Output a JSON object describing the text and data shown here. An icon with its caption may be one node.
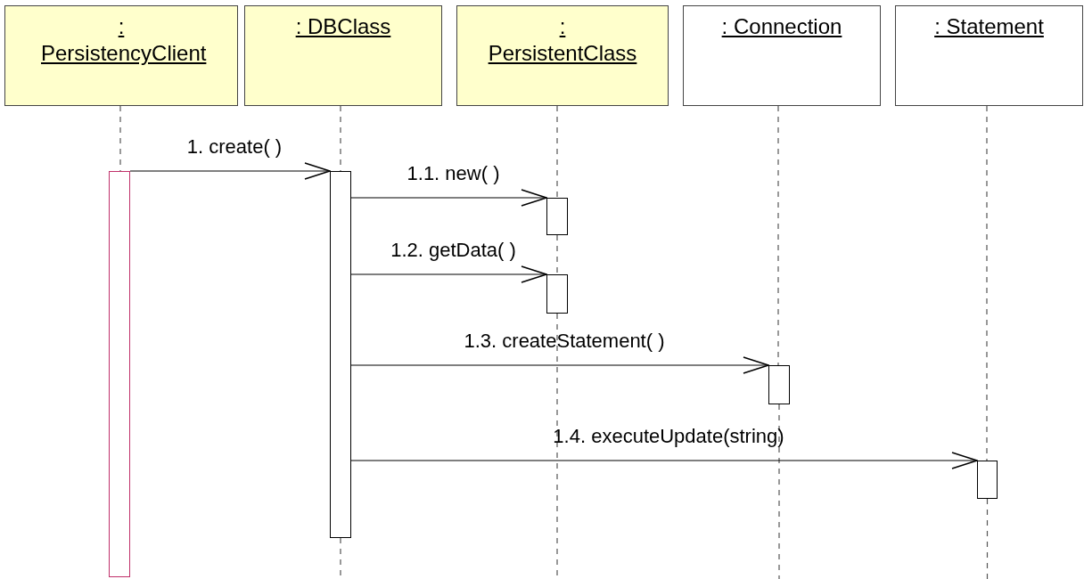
{
  "diagram": {
    "nodes": [
      {
        "text": [
          ": PersistencyClient"
        ]
      },
      {
        "text": [
          ": DBClass"
        ]
      },
      {
        "text": [
          ": PersistentClass"
        ]
      },
      {
        "text": [
          ": Connection"
        ]
      },
      {
        "text": [
          ": Statement"
        ]
      },
      {
        "text": [],
        "shape": "bar"
      },
      {
        "text": [],
        "shape": "bar"
      },
      {
        "text": [],
        "shape": "bar"
      },
      {
        "text": [],
        "shape": "bar"
      },
      {
        "text": [],
        "shape": "bar"
      },
      {
        "text": [],
        "shape": "bar"
      }
    ],
    "edges": [
      {
        "from": 0,
        "to": 5,
        "arrow": "none",
        "style": "dashed"
      },
      {
        "from": 1,
        "to": 6,
        "arrow": "none",
        "style": "dashed"
      },
      {
        "from": 6,
        "to": null,
        "arrow": "none",
        "style": "dashed"
      },
      {
        "from": 2,
        "to": 7,
        "arrow": "none",
        "style": "dashed"
      },
      {
        "from": 7,
        "to": 8,
        "arrow": "none",
        "style": "dashed"
      },
      {
        "from": 8,
        "to": null,
        "arrow": "none",
        "style": "dashed"
      },
      {
        "from": 3,
        "to": 9,
        "arrow": "none",
        "style": "dashed"
      },
      {
        "from": 9,
        "to": null,
        "arrow": "none",
        "style": "dashed"
      },
      {
        "from": 4,
        "to": 10,
        "arrow": "none",
        "style": "dashed"
      },
      {
        "from": 10,
        "to": null,
        "arrow": "none",
        "style": "dashed"
      },
      {
        "from": 5,
        "to": 6,
        "arrow": "to",
        "label": "1. create( )"
      },
      {
        "from": 6,
        "to": 7,
        "arrow": "to",
        "label": "1.1. new( )"
      },
      {
        "from": 6,
        "to": 8,
        "arrow": "to",
        "label": "1.2. getData( )"
      },
      {
        "from": 6,
        "to": 9,
        "arrow": "to",
        "label": "1.3. createStatement( )"
      },
      {
        "from": 6,
        "to": 10,
        "arrow": "to",
        "label": "1.4. executeUpdate(string)"
      }
    ]
  }
}
